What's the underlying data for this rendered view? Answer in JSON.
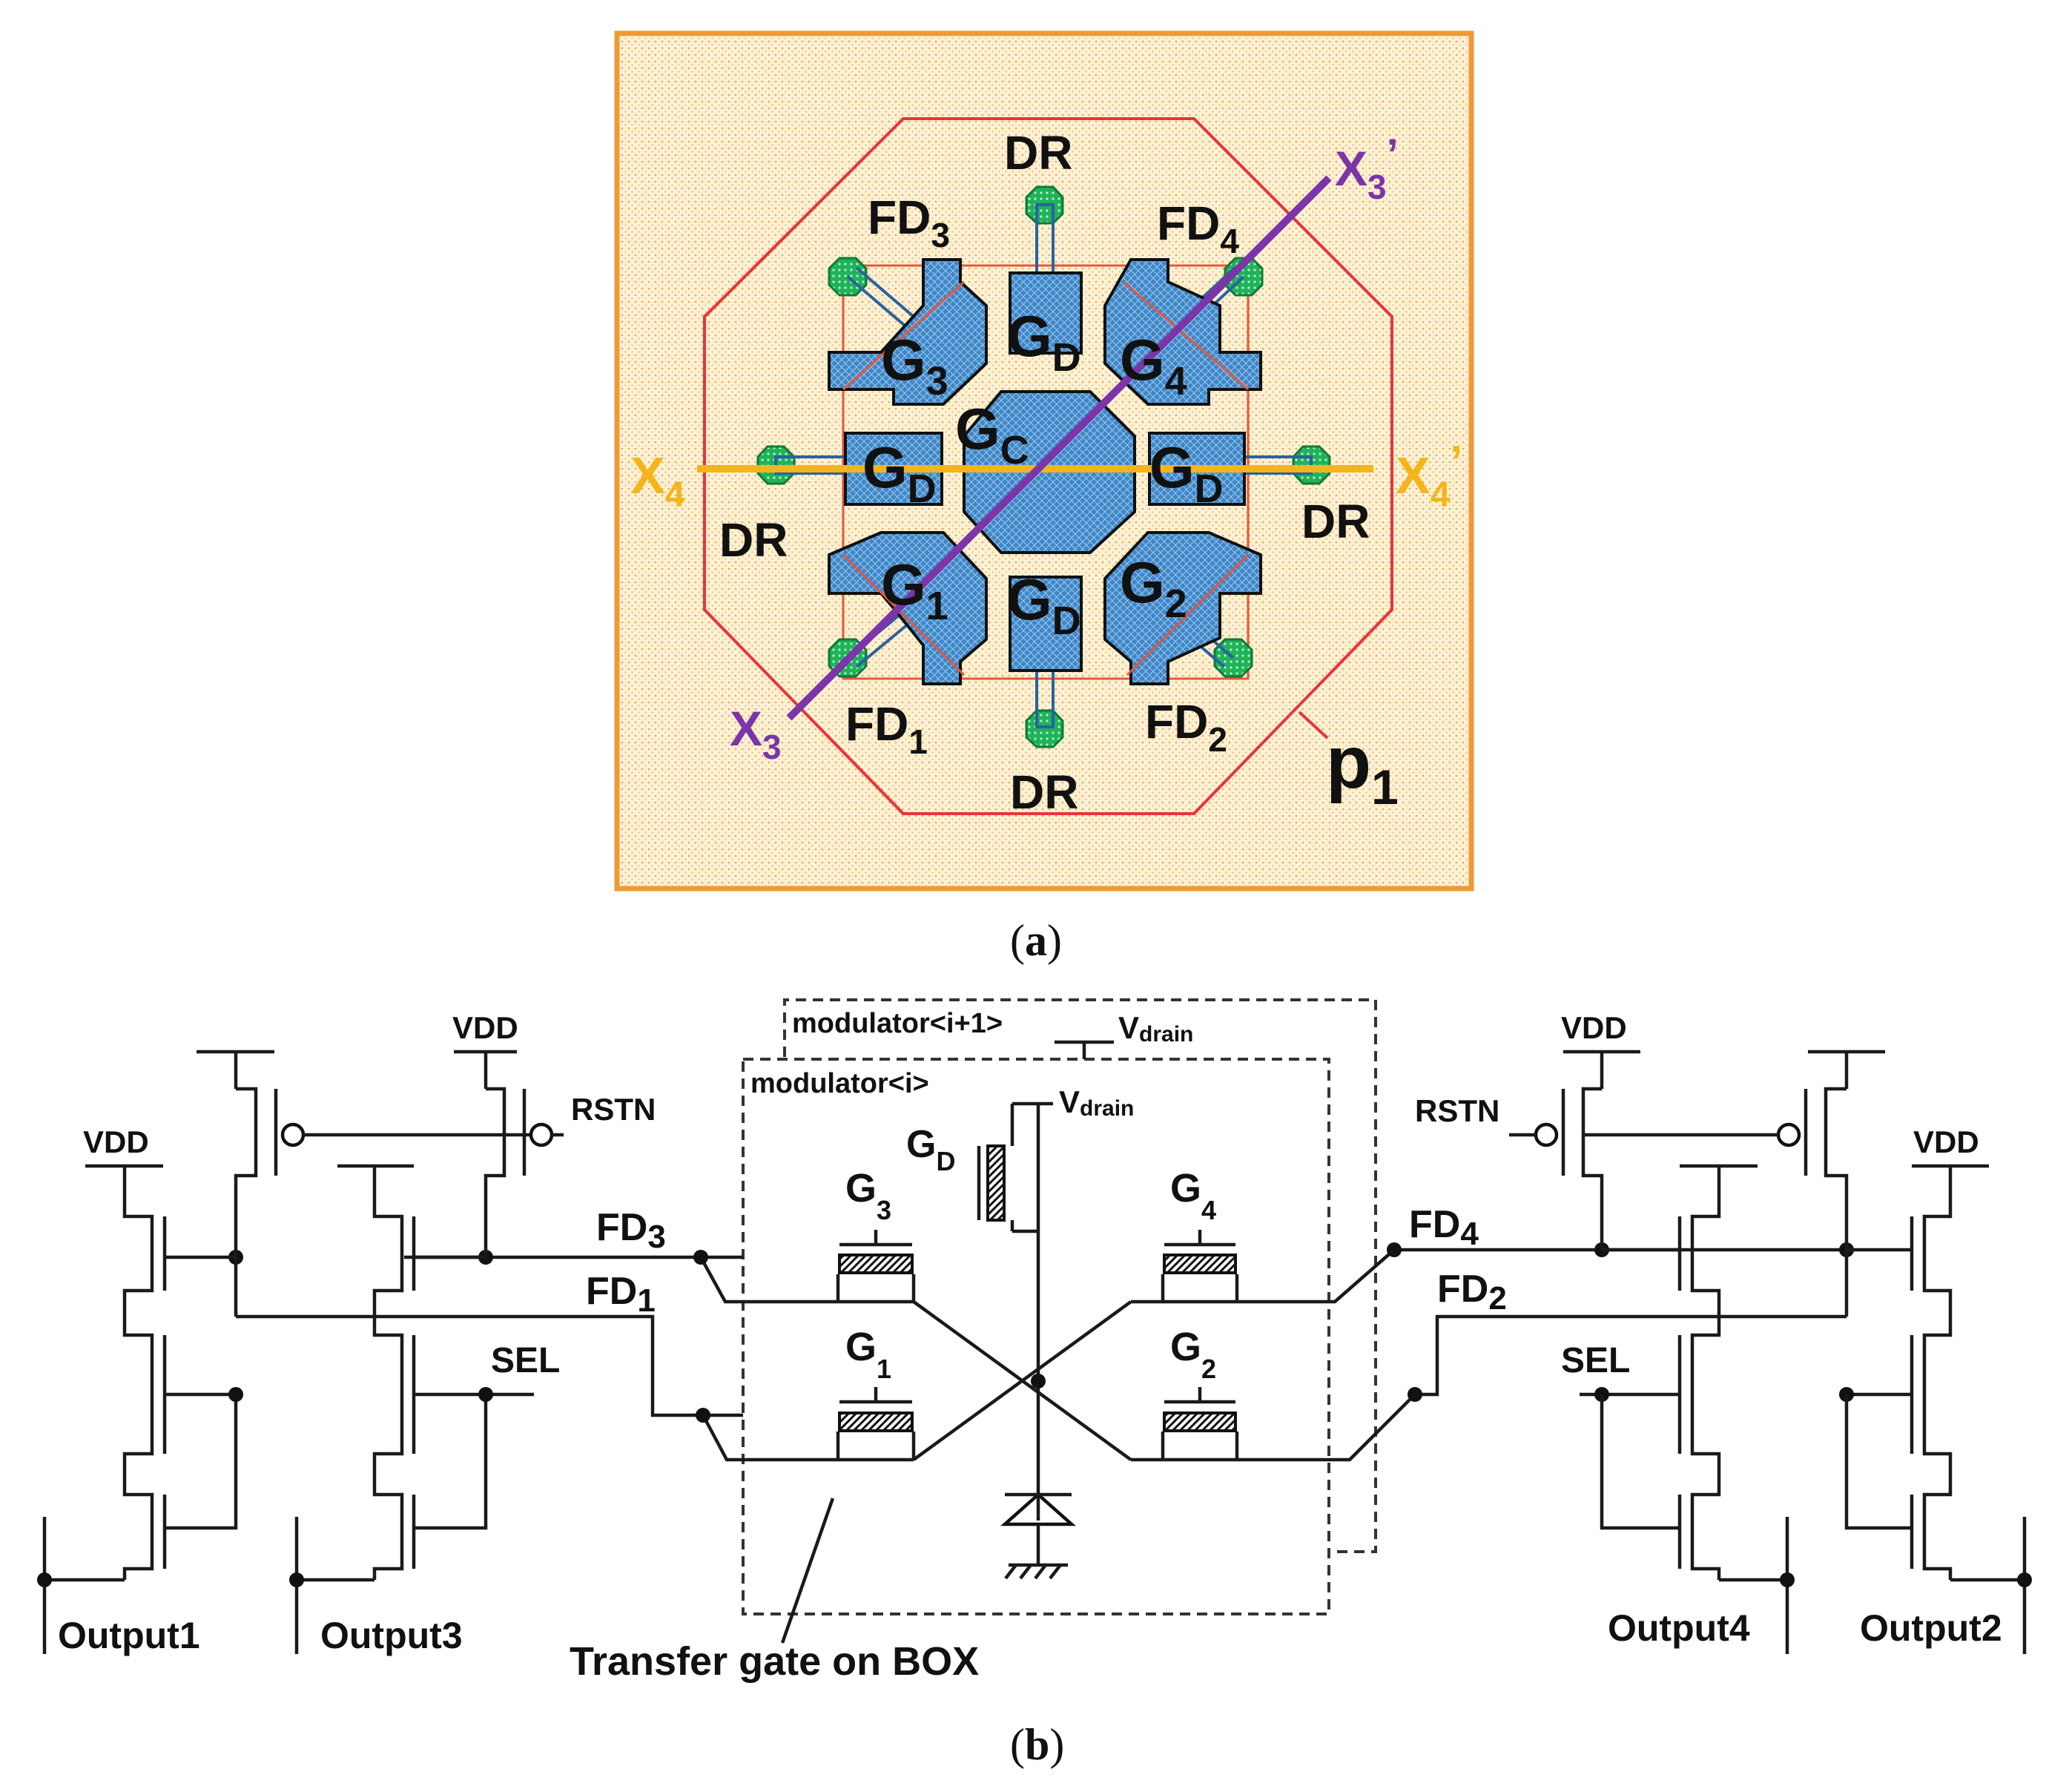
{
  "layout_panel": {
    "caption": "(a)",
    "labels": {
      "dr_top": "DR",
      "dr_bottom": "DR",
      "dr_left": "DR",
      "dr_right": "DR",
      "fd1": "FD",
      "fd1_sub": "1",
      "fd2": "FD",
      "fd2_sub": "2",
      "fd3": "FD",
      "fd3_sub": "3",
      "fd4": "FD",
      "fd4_sub": "4",
      "g1": "G",
      "g1_sub": "1",
      "g2": "G",
      "g2_sub": "2",
      "g3": "G",
      "g3_sub": "3",
      "g4": "G",
      "g4_sub": "4",
      "gc": "G",
      "gc_sub": "C",
      "gd": "G",
      "gd_sub": "D",
      "x3": "X",
      "x3_sub": "3",
      "x3p": "X",
      "x3p_sub": "3",
      "x3p_prime": "’",
      "x4": "X",
      "x4_sub": "4",
      "x4p": "X",
      "x4p_sub": "4",
      "x4p_prime": "’",
      "p1": "p",
      "p1_sub": "1"
    },
    "colors": {
      "frame": "#ef9a35",
      "background": "#fdf1d6",
      "octagon": "#e8343a",
      "gate": "#3f86c6",
      "contact": "#1fb35a",
      "cut_x3": "#7b35a8",
      "cut_x4": "#f4b51a"
    }
  },
  "circuit_panel": {
    "caption": "(b)",
    "labels": {
      "vdd": "VDD",
      "rstn": "RSTN",
      "sel": "SEL",
      "fd1": "FD",
      "fd1_sub": "1",
      "fd2": "FD",
      "fd2_sub": "2",
      "fd3": "FD",
      "fd3_sub": "3",
      "fd4": "FD",
      "fd4_sub": "4",
      "output1": "Output1",
      "output2": "Output2",
      "output3": "Output3",
      "output4": "Output4",
      "modulator_i1": "modulator<i+1>",
      "modulator_i": "modulator<i>",
      "vdrain": "V",
      "vdrain_sub": "drain",
      "g1": "G",
      "g1_sub": "1",
      "g2": "G",
      "g2_sub": "2",
      "g3": "G",
      "g3_sub": "3",
      "g4": "G",
      "g4_sub": "4",
      "gd": "G",
      "gd_sub": "D",
      "transfer_gate": "Transfer gate on BOX"
    }
  }
}
